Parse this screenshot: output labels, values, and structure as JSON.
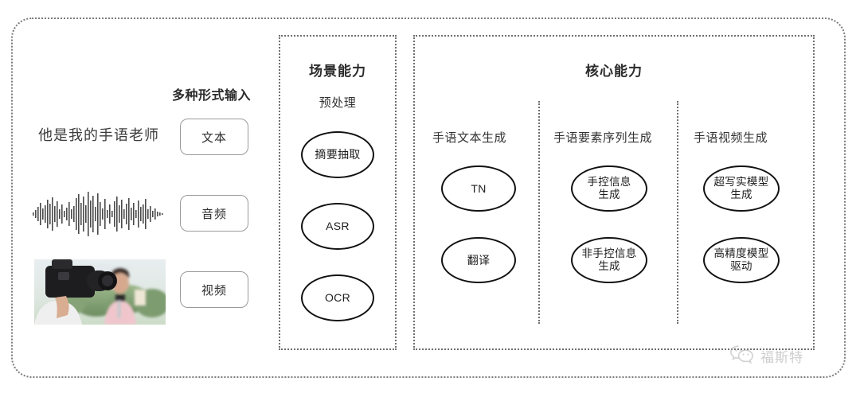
{
  "diagram": {
    "input_section": {
      "header": "多种形式输入",
      "sample_sentence": "他是我的手语老师",
      "chips": [
        {
          "label": "文本"
        },
        {
          "label": "音频"
        },
        {
          "label": "视频"
        }
      ],
      "waveform_alt": "audio-waveform",
      "video_alt": "camera-operator-filming-reporter"
    },
    "scene_panel": {
      "title": "场景能力",
      "group_label": "预处理",
      "nodes": [
        {
          "label": "摘要抽取"
        },
        {
          "label": "ASR"
        },
        {
          "label": "OCR"
        }
      ]
    },
    "core_panel": {
      "title": "核心能力",
      "columns": [
        {
          "label": "手语文本生成",
          "nodes": [
            {
              "label": "TN"
            },
            {
              "label": "翻译"
            }
          ]
        },
        {
          "label": "手语要素序列生成",
          "nodes": [
            {
              "label": "手控信息\n生成"
            },
            {
              "label": "非手控信息\n生成"
            }
          ]
        },
        {
          "label": "手语视频生成",
          "nodes": [
            {
              "label": "超写实模型\n生成"
            },
            {
              "label": "高精度模型\n驱动"
            }
          ]
        }
      ]
    },
    "watermark": {
      "text": "福斯特",
      "icon": "wechat-logo-icon"
    },
    "colors": {
      "frame_border": "#7b7b7b",
      "panel_border": "#6f6f6f",
      "node_border": "#111111",
      "chip_border": "#9a9a9a",
      "text": "#2b2b2b",
      "watermark": "#9d9d9d",
      "background": "#ffffff"
    }
  }
}
